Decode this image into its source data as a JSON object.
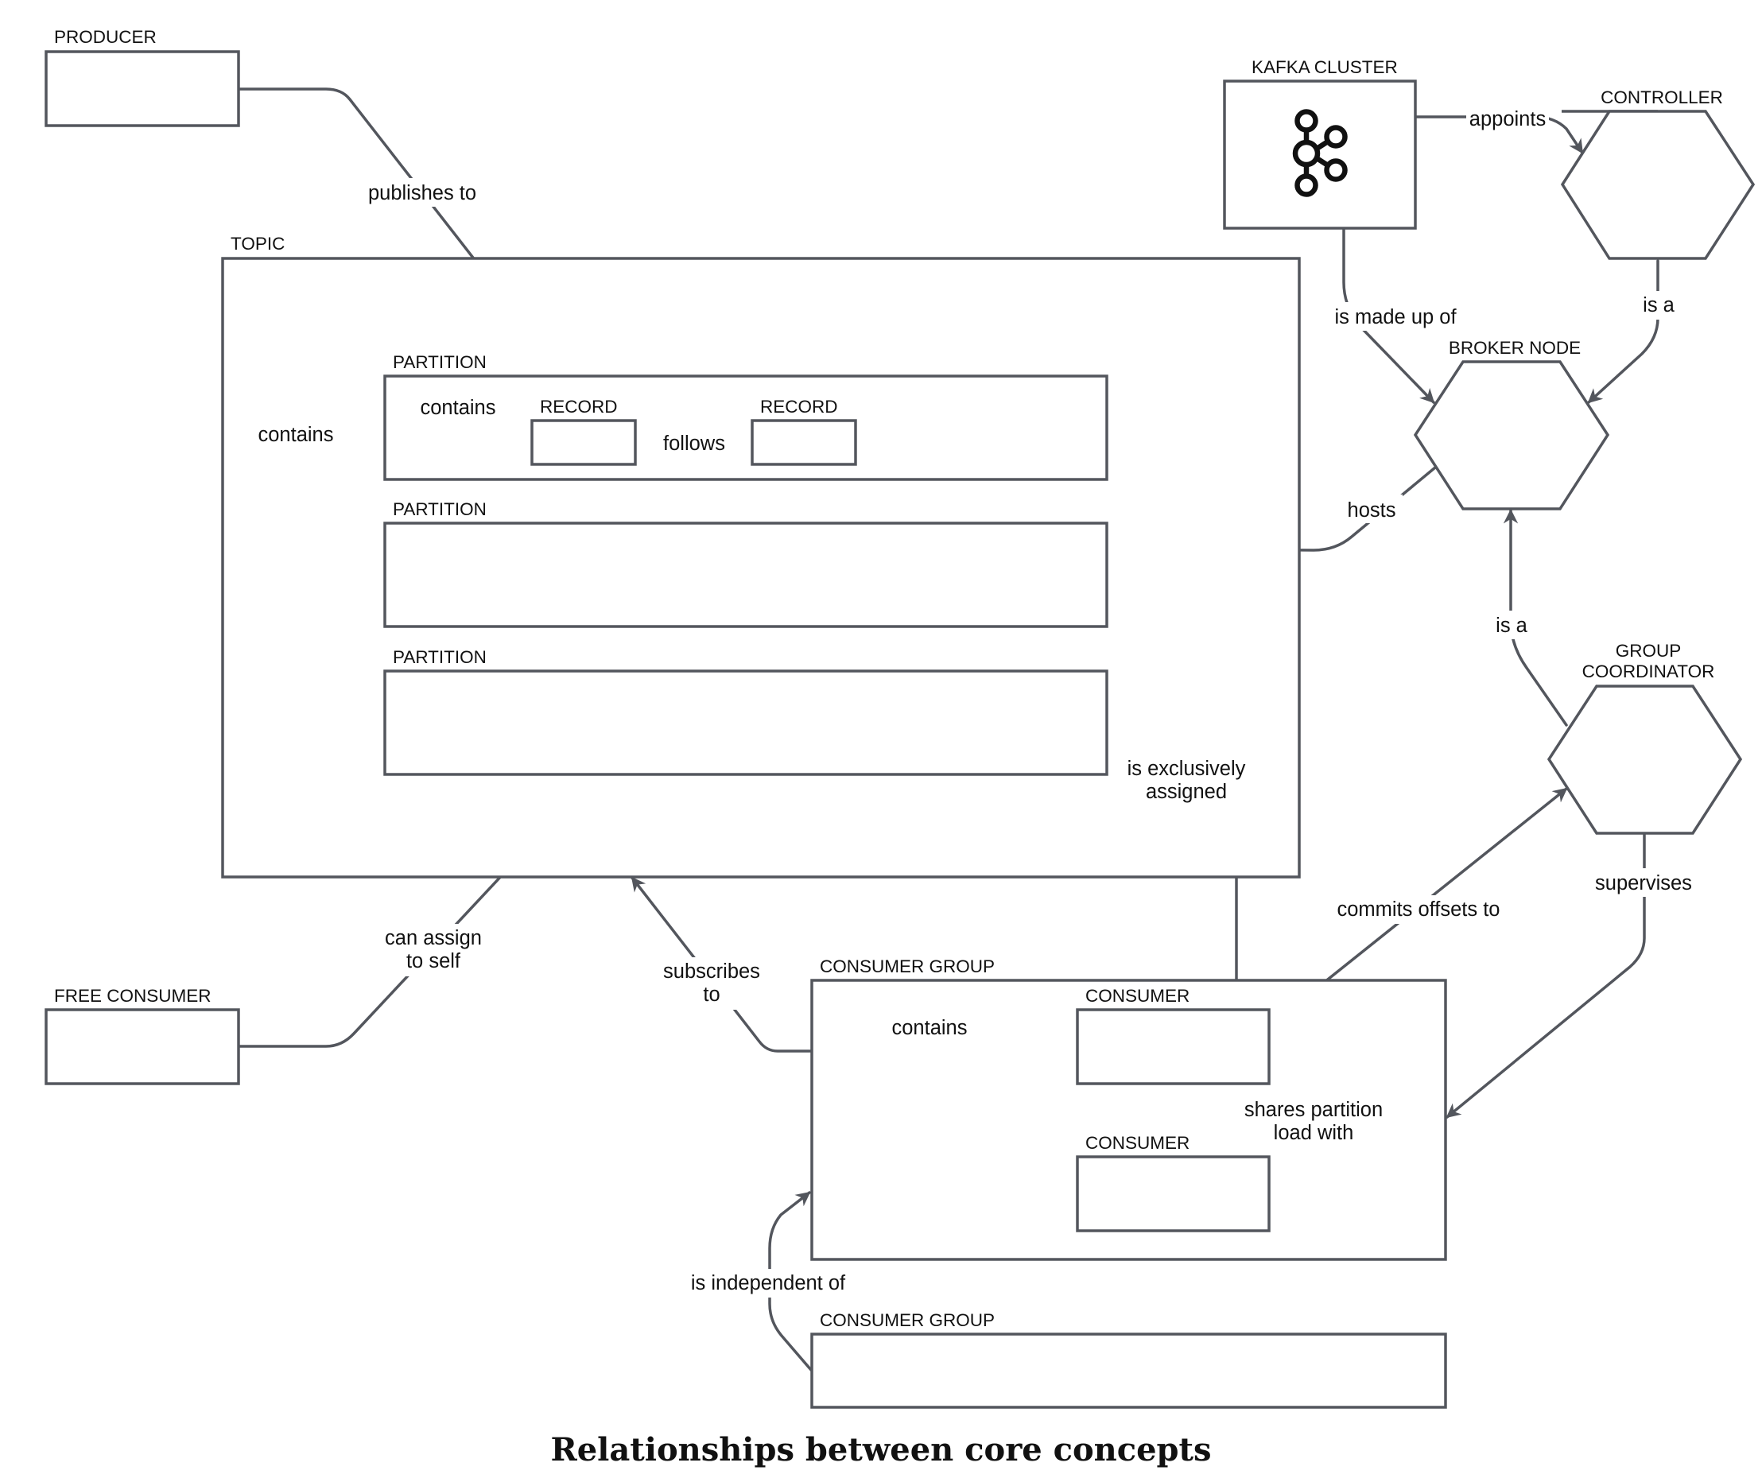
{
  "title": "Relationships between core concepts",
  "nodes": {
    "producer": "PRODUCER",
    "topic": "TOPIC",
    "partition_1": "PARTITION",
    "partition_2": "PARTITION",
    "partition_3": "PARTITION",
    "record_1": "RECORD",
    "record_2": "RECORD",
    "kafka_cluster": "KAFKA CLUSTER",
    "controller": "CONTROLLER",
    "broker_node": "BROKER NODE",
    "group_coordinator_line1": "GROUP",
    "group_coordinator_line2": "COORDINATOR",
    "free_consumer": "FREE CONSUMER",
    "consumer_group_1": "CONSUMER GROUP",
    "consumer_group_2": "CONSUMER GROUP",
    "consumer_1": "CONSUMER",
    "consumer_2": "CONSUMER"
  },
  "edges": {
    "publishes_to": "publishes to",
    "topic_contains": "contains",
    "partition_contains": "contains",
    "follows": "follows",
    "appoints": "appoints",
    "is_made_up_of": "is made up of",
    "controller_is_a": "is a",
    "hosts": "hosts",
    "coordinator_is_a": "is a",
    "supervises": "supervises",
    "commits_offsets_to": "commits offsets to",
    "is_exclusively_line1": "is exclusively",
    "is_exclusively_line2": "assigned",
    "can_assign_line1": "can assign",
    "can_assign_line2": "to self",
    "subscribes_line1": "subscribes",
    "subscribes_line2": "to",
    "group_contains": "contains",
    "shares_line1": "shares partition",
    "shares_line2": "load with",
    "is_independent_of": "is independent of"
  },
  "icons": {
    "kafka_cluster_logo": "kafka-logo-icon"
  },
  "colors": {
    "stroke": "#53565d",
    "text": "#111111",
    "background": "#ffffff"
  }
}
